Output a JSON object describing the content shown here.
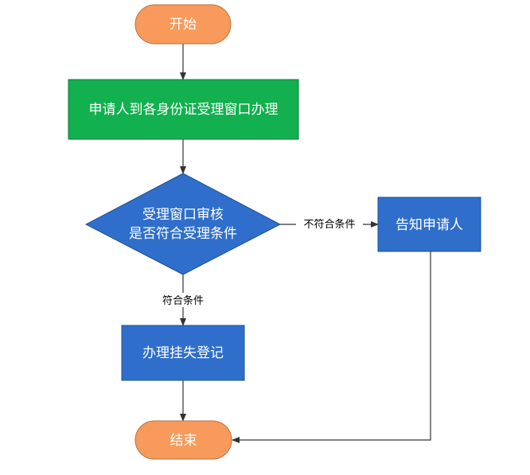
{
  "nodes": {
    "start": {
      "label": "开始"
    },
    "apply": {
      "label": "申请人到各身份证受理窗口办理"
    },
    "review": {
      "line1": "受理窗口审核",
      "line2": "是否符合受理条件"
    },
    "notify": {
      "label": "告知申请人"
    },
    "register": {
      "label": "办理挂失登记"
    },
    "end": {
      "label": "结束"
    }
  },
  "edges": {
    "not_qualified": "不符合条件",
    "qualified": "符合条件"
  },
  "colors": {
    "terminal": "#F79A5B",
    "terminal_border": "#B9703E",
    "process_green": "#12B04F",
    "process_green_border": "#0E7A38",
    "process_blue": "#2F6FCB",
    "process_blue_border": "#1F4E94"
  }
}
